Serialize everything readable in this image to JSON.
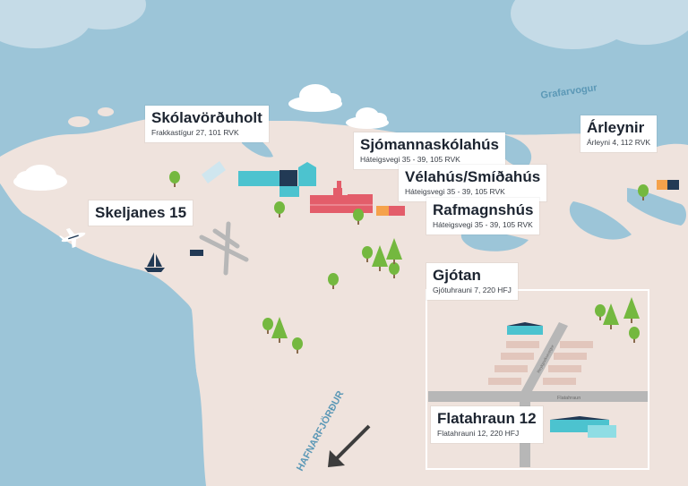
{
  "colors": {
    "sea": "#9cc5d8",
    "land": "#efe3dd",
    "cloud": "#ffffff",
    "cloud_top": "#c5dbe7",
    "tree": "#74b83f",
    "building_teal": "#4cc3cf",
    "building_dark": "#223a55",
    "building_red": "#e35d6a",
    "building_orange": "#f5a24b",
    "road": "#b7b7b7",
    "arrow": "#3d3d3d",
    "water_text": "#5b98b6"
  },
  "water_labels": {
    "grafarvogur": "Grafarvogur",
    "hafnarfjordur": "HAFNARFJÖRÐUR"
  },
  "locations": {
    "skolavorduholt": {
      "name": "Skólavörðuholt",
      "address": "Frakkastígur 27, 101 RVK"
    },
    "sjomannaskolahus": {
      "name": "Sjómannaskólahús",
      "address": "Háteigsvegi  35 - 39, 105 RVK"
    },
    "velahus": {
      "name": "Vélahús/Smíðahús",
      "address": "Háteigsvegi  35 - 39, 105 RVK"
    },
    "rafmagnshus": {
      "name": "Rafmagnshús",
      "address": "Háteigsvegi  35 - 39, 105 RVK"
    },
    "arleynir": {
      "name": "Árleynir",
      "address": "Árleyni 4, 112 RVK"
    },
    "skeljanes": {
      "name": "Skeljanes 15",
      "address": ""
    },
    "gjotan": {
      "name": "Gjótan",
      "address": "Gjótuhrauni 7, 220 HFJ"
    },
    "flatahraun": {
      "name": "Flatahraun 12",
      "address": "Flatahrauni 12, 220 HFJ"
    }
  },
  "roads": {
    "flatahraun": "Flatahraun",
    "reykjavikurvegur": "Reykjavíkurvegur"
  },
  "icons": {
    "plane": "airplane-icon",
    "boat": "sailboat-icon",
    "tree": "tree-icon",
    "arrow": "direction-arrow-icon"
  }
}
